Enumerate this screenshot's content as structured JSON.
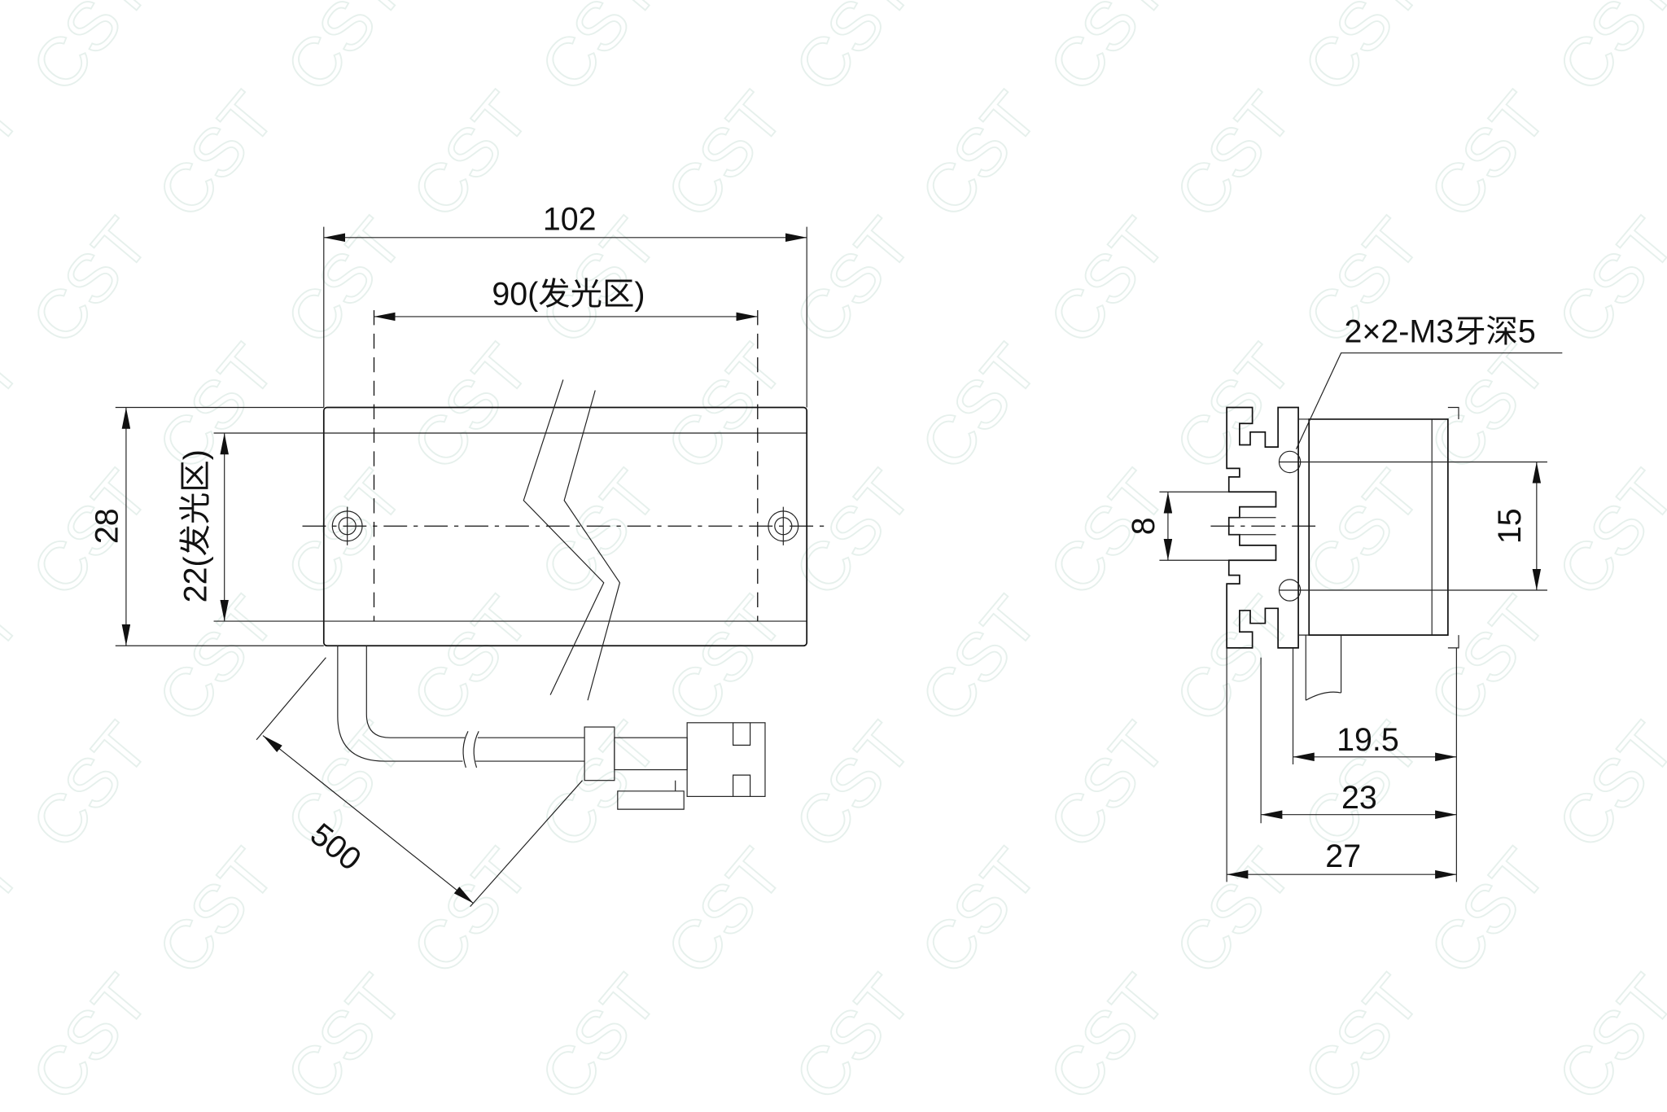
{
  "watermark": "CST",
  "front_view": {
    "overall_length": "102",
    "emitting_length": "90(发光区)",
    "overall_height": "28",
    "emitting_height": "22(发光区)",
    "cable_length": "500"
  },
  "side_view": {
    "thread_note": "2×2-M3牙深5",
    "slot_spacing": "8",
    "hole_spacing": "15",
    "depth_1": "19.5",
    "depth_2": "23",
    "depth_3": "27"
  },
  "colors": {
    "line": "#111111",
    "watermark": "#e6f0ec"
  }
}
